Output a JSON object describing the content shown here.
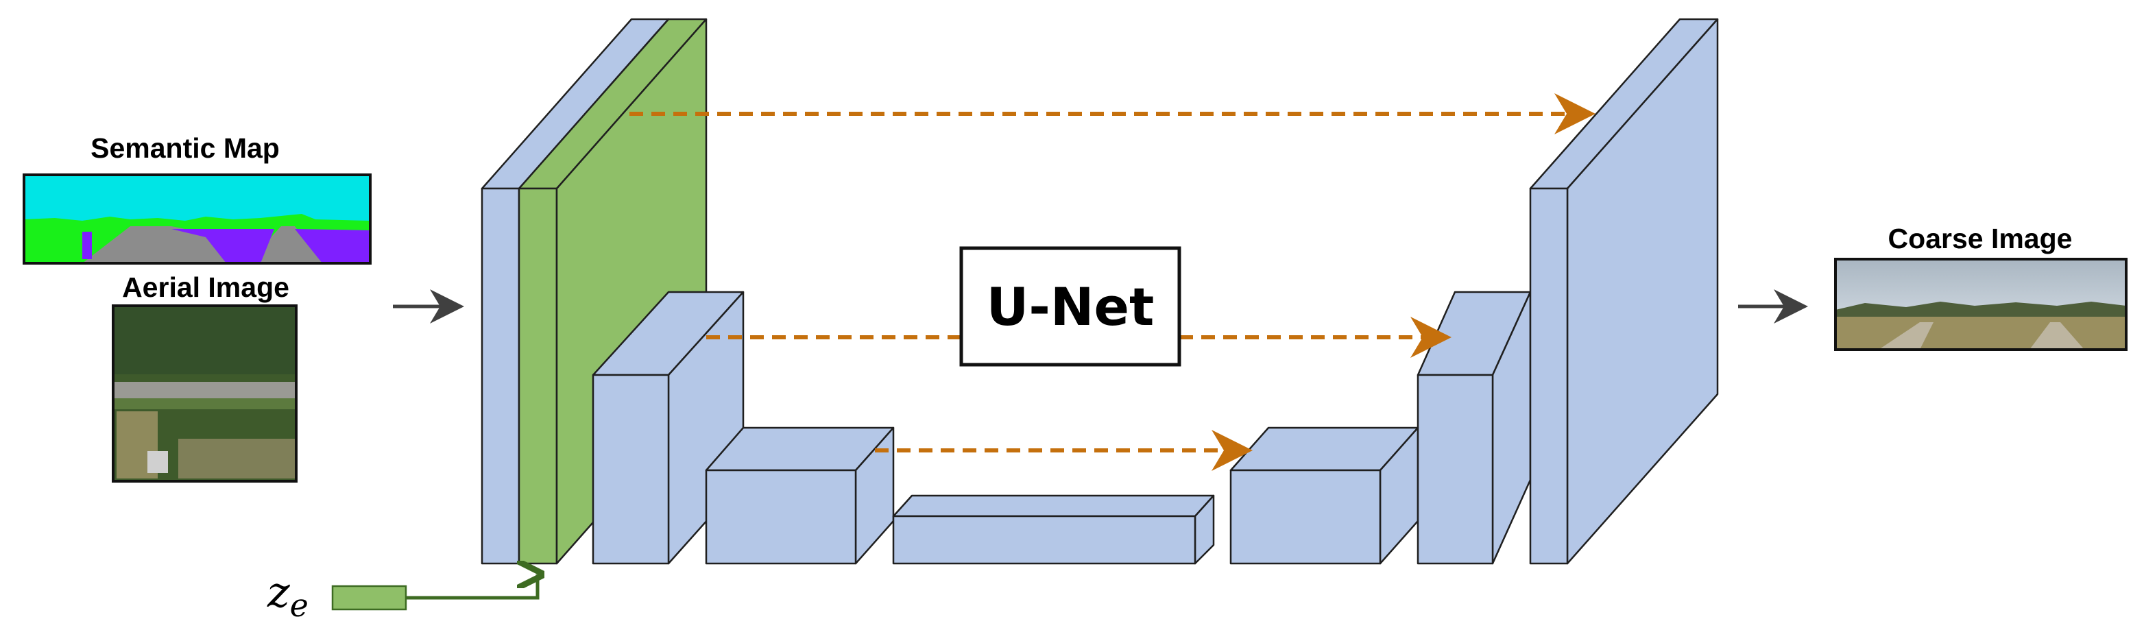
{
  "labels": {
    "semantic_map": "Semantic Map",
    "aerial_image": "Aerial Image",
    "coarse_image": "Coarse Image",
    "unet": "U-Net",
    "z_symbol": "z",
    "z_subscript": "e"
  },
  "colors": {
    "block_fill": "#b4c7e7",
    "block_stroke": "#1f1f1f",
    "z_block_fill": "#8fbf68",
    "skip_arrow": "#c5700d",
    "flow_arrow": "#404040",
    "z_arrow": "#3d6b22",
    "semantic_sky": "#00e5e5",
    "semantic_vegetation": "#19f019",
    "semantic_road": "#8c8c8c",
    "semantic_ground": "#7f1fff"
  },
  "icons": {
    "skip_connection": "dashed-arrow-icon",
    "flow": "right-arrow-icon"
  }
}
